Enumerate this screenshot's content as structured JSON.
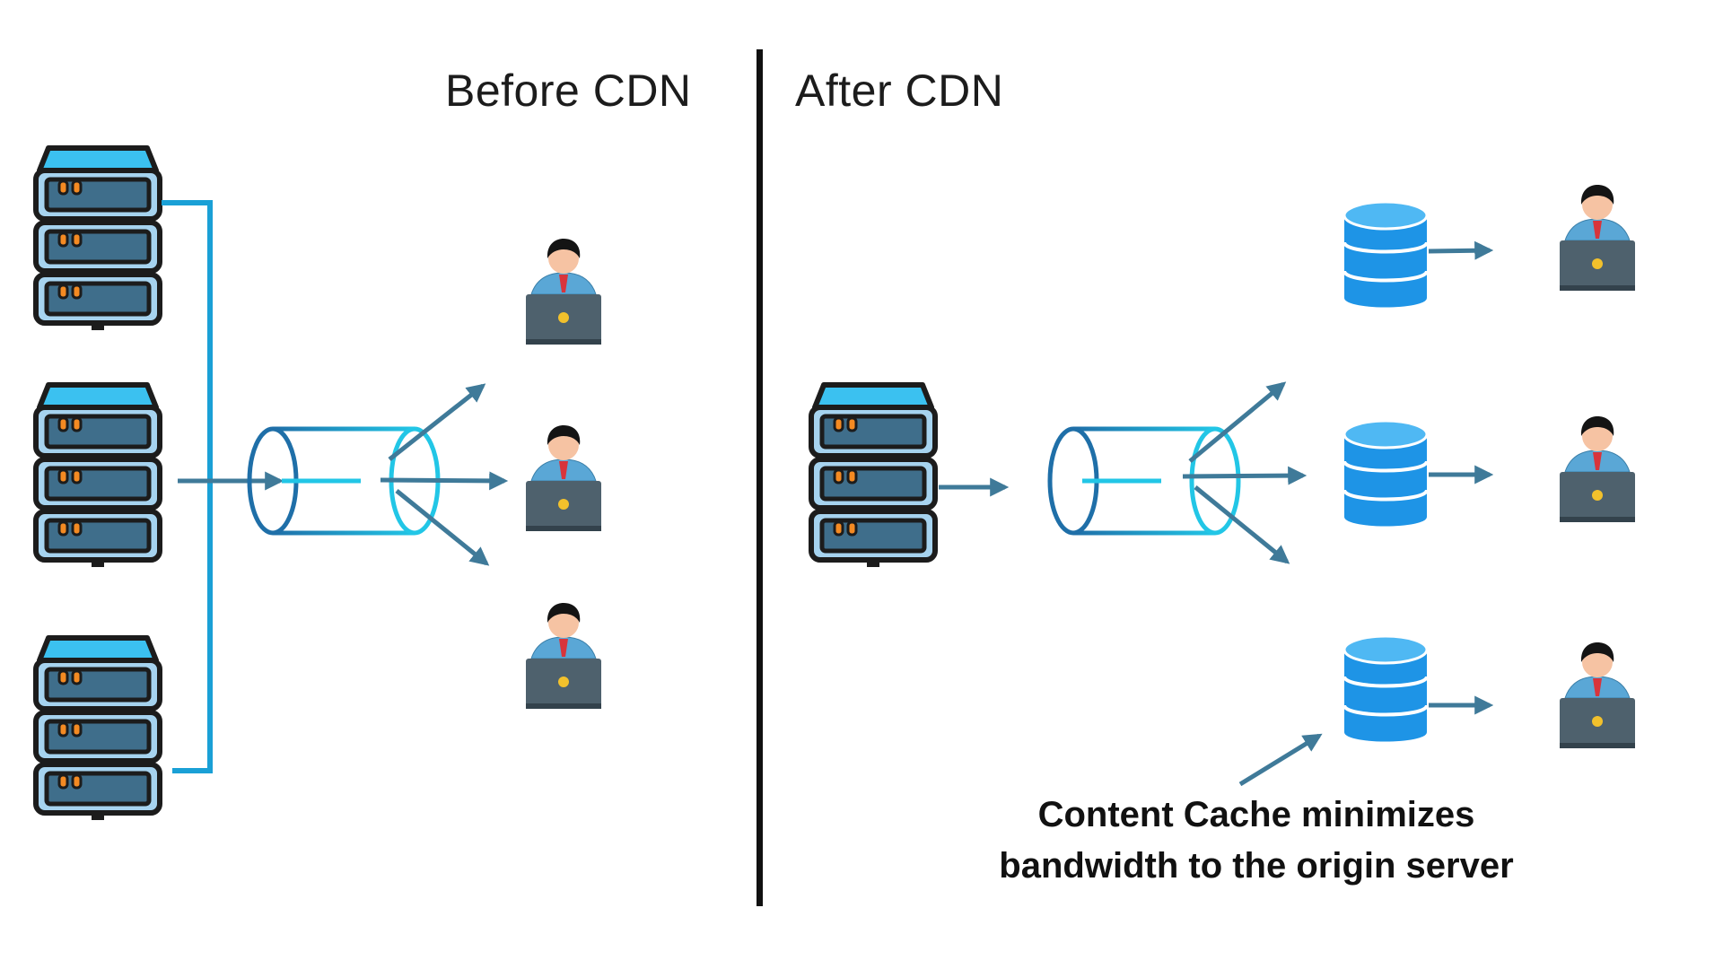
{
  "panels": {
    "before": {
      "title": "Before CDN"
    },
    "after": {
      "title": "After CDN"
    }
  },
  "caption": {
    "line1": "Content Cache minimizes",
    "line2": "bandwidth to the origin server"
  },
  "colors": {
    "server_top": "#3bc1f0",
    "server_body": "#a6d3ef",
    "server_slot": "#3f6e8b",
    "server_light": "#f48a22",
    "outline": "#1c1c1c",
    "bracket": "#1aa0d6",
    "arrow": "#3f7a99",
    "pipe": "#19b3e0",
    "database": "#1e94e6",
    "database_top": "#4fb8f3",
    "user_skin": "#f6c3a3",
    "user_hair": "#141414",
    "user_shirt": "#5aa7d6",
    "user_tie": "#d8343b",
    "laptop": "#4e616d",
    "laptop_dot": "#f2c12c"
  },
  "icons": {
    "server": "server-rack-icon",
    "pipe": "network-pipe-icon",
    "user": "user-laptop-icon",
    "cache": "database-cache-icon"
  }
}
